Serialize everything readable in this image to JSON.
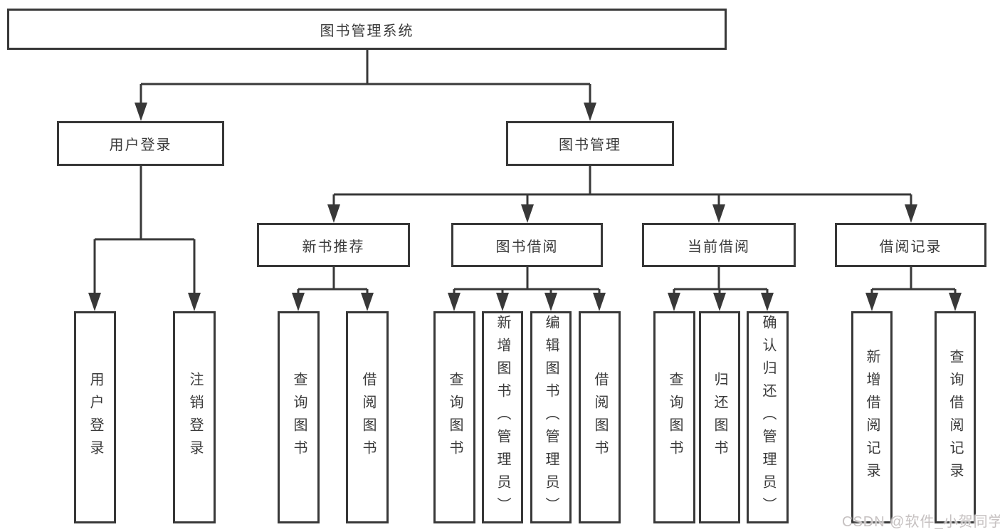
{
  "tree": {
    "label": "图书管理系统",
    "children": [
      {
        "label": "用户登录",
        "children": [
          {
            "label": "用户登录"
          },
          {
            "label": "注销登录"
          }
        ]
      },
      {
        "label": "图书管理",
        "children": [
          {
            "label": "新书推荐",
            "children": [
              {
                "label": "查询图书"
              },
              {
                "label": "借阅图书"
              }
            ]
          },
          {
            "label": "图书借阅",
            "children": [
              {
                "label": "查询图书"
              },
              {
                "label": "新增图书（管理员）"
              },
              {
                "label": "编辑图书（管理员）"
              },
              {
                "label": "借阅图书"
              }
            ]
          },
          {
            "label": "当前借阅",
            "children": [
              {
                "label": "查询图书"
              },
              {
                "label": "归还图书"
              },
              {
                "label": "确认归还（管理员）"
              }
            ]
          },
          {
            "label": "借阅记录",
            "children": [
              {
                "label": "新增借阅记录"
              },
              {
                "label": "查询借阅记录"
              }
            ]
          }
        ]
      }
    ]
  },
  "watermark": "CSDN @软件_小贺同学",
  "colors": {
    "line": "#383838",
    "text": "#3a3a3a",
    "watermark_text": "#c6c1c1",
    "background": "#ffffff"
  }
}
